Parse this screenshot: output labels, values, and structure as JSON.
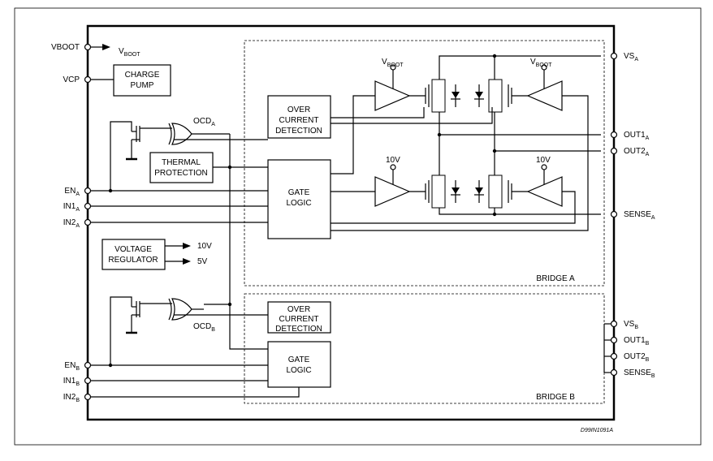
{
  "diagram": {
    "pins_left": {
      "vboot": "VBOOT",
      "vcp": "VCP",
      "en_a": {
        "main": "EN",
        "sub": "A"
      },
      "in1_a": {
        "main": "IN1",
        "sub": "A"
      },
      "in2_a": {
        "main": "IN2",
        "sub": "A"
      },
      "en_b": {
        "main": "EN",
        "sub": "B"
      },
      "in1_b": {
        "main": "IN1",
        "sub": "B"
      },
      "in2_b": {
        "main": "IN2",
        "sub": "B"
      }
    },
    "pins_right": {
      "vs_a": {
        "main": "VS",
        "sub": "A"
      },
      "out1_a": {
        "main": "OUT1",
        "sub": "A"
      },
      "out2_a": {
        "main": "OUT2",
        "sub": "A"
      },
      "sense_a": {
        "main": "SENSE",
        "sub": "A"
      },
      "vs_b": {
        "main": "VS",
        "sub": "B"
      },
      "out1_b": {
        "main": "OUT1",
        "sub": "B"
      },
      "out2_b": {
        "main": "OUT2",
        "sub": "B"
      },
      "sense_b": {
        "main": "SENSE",
        "sub": "B"
      }
    },
    "blocks": {
      "charge_pump": [
        "CHARGE",
        "PUMP"
      ],
      "ocd_a": [
        "OVER",
        "CURRENT",
        "DETECTION"
      ],
      "thermal": [
        "THERMAL",
        "PROTECTION"
      ],
      "gate_a": [
        "GATE",
        "LOGIC"
      ],
      "regulator": [
        "VOLTAGE",
        "REGULATOR"
      ],
      "ocd_b": [
        "OVER",
        "CURRENT",
        "DETECTION"
      ],
      "gate_b": [
        "GATE",
        "LOGIC"
      ]
    },
    "signals": {
      "vboot_out": {
        "main": "V",
        "sub": "BOOT"
      },
      "vboot_a_left": {
        "main": "V",
        "sub": "BOOT"
      },
      "vboot_a_right": {
        "main": "V",
        "sub": "BOOT"
      },
      "ten_v_left": "10V",
      "ten_v_right": "10V",
      "reg_10v": "10V",
      "reg_5v": "5V",
      "ocd_a_flag": {
        "main": "OCD",
        "sub": "A"
      },
      "ocd_b_flag": {
        "main": "OCD",
        "sub": "B"
      }
    },
    "bridge_a_label": "BRIDGE A",
    "bridge_b_label": "BRIDGE B",
    "figure_code": "D99IN1091A"
  }
}
